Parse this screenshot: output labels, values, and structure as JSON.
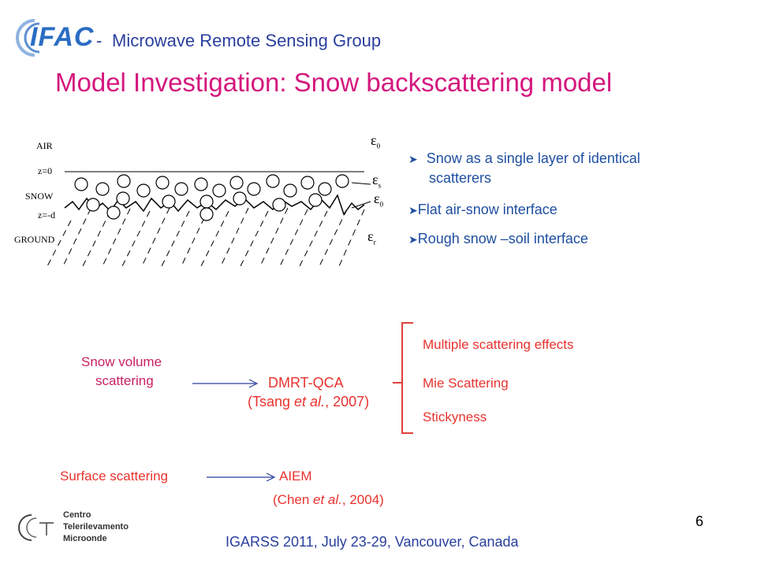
{
  "header": {
    "logo_text": "IFAC",
    "group_separator": "-",
    "group_name": "Microwave Remote Sensing Group"
  },
  "title": "Model Investigation: Snow backscattering model",
  "diagram": {
    "air": "AIR",
    "z0": "z=0",
    "snow": "SNOW",
    "zd": "z=-d",
    "ground": "GROUND",
    "eps0_top": "ε",
    "eps0_top_sub": "0",
    "eps_s": "ε",
    "eps_s_sub": "s",
    "eps0_mid": "ε",
    "eps0_mid_sub": "0",
    "eps_r": "ε",
    "eps_r_sub": "r"
  },
  "bullets": [
    "Snow as a single layer of identical",
    "scatterers",
    "Flat air-snow interface",
    "Rough snow –soil  interface"
  ],
  "bullet_icon": "arrow-bullet-icon",
  "volume": {
    "label_line1": "Snow  volume",
    "label_line2": "scattering",
    "model": "DMRT-QCA",
    "ref_open": "(Tsang ",
    "ref_etal": "et al.",
    "ref_close": ", 2007)"
  },
  "effects": [
    "Multiple scattering effects",
    "Mie Scattering",
    "Stickyness"
  ],
  "surface": {
    "label": "Surface scattering",
    "model": "AIEM",
    "ref_open": "(Chen ",
    "ref_etal": "et al.",
    "ref_close": ", 2004)"
  },
  "footer": {
    "ctl_line1": "Centro",
    "ctl_line2": "Telerilevamento",
    "ctl_line3": "Microonde",
    "conference": "IGARSS 2011, July 23-29, Vancouver, Canada",
    "page_number": "6"
  },
  "colors": {
    "title": "#d4177e",
    "group": "#2a3f9e",
    "red": "#e8332e",
    "bracket": "#e0403a",
    "arrow": "#2a3f9e"
  }
}
